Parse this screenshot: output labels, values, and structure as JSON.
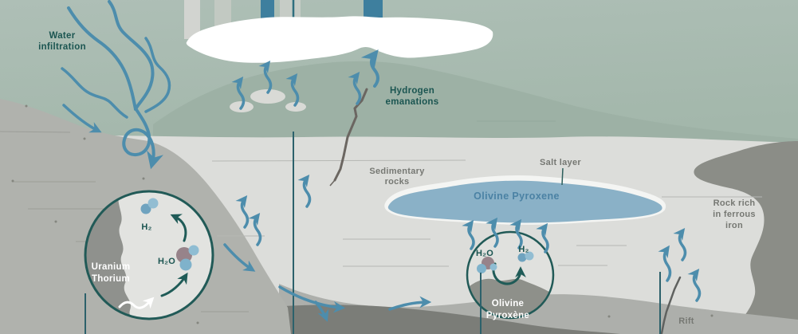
{
  "labels": {
    "water_infiltration": [
      "Water",
      "infiltration"
    ],
    "hydrogen_emanations": [
      "Hydrogen",
      "emanations"
    ],
    "sedimentary_rocks": [
      "Sedimentary",
      "rocks"
    ],
    "salt_layer": "Salt layer",
    "olivine_pyroxene_lens": "Olivine Pyroxene",
    "rock_rich_in_ferrous_iron": [
      "Rock rich",
      "in ferrous",
      "iron"
    ],
    "rift": "Rift"
  },
  "inset_radiolysis": {
    "h2": "H₂",
    "h2o": "H₂O",
    "rock": [
      "Uranium",
      "Thorium"
    ]
  },
  "inset_serpentinization": {
    "h2o": "H₂O",
    "h2": "H₂",
    "rock": [
      "Olivine",
      "Pyroxène"
    ]
  },
  "colors": {
    "surface_green": "#a6b9ae",
    "hill_green": "#9db1a5",
    "sediment_gray": "#dcddda",
    "outcrop_gray": "#b0b2ad",
    "band_gray": "#adafab",
    "basement_gray": "#7b7d78",
    "ferrous_rock_gray": "#8b8d87",
    "arrow_blue": "#4d8dac",
    "lens_blue": "#8ab1c7",
    "teal_text": "#1b5551",
    "gray_text": "#767873",
    "dark_teal_line": "#205a56",
    "molecule_mauve": "#97838a",
    "molecule_blue_dark": "#6fa3bf",
    "molecule_blue_light": "#92bdd2"
  }
}
